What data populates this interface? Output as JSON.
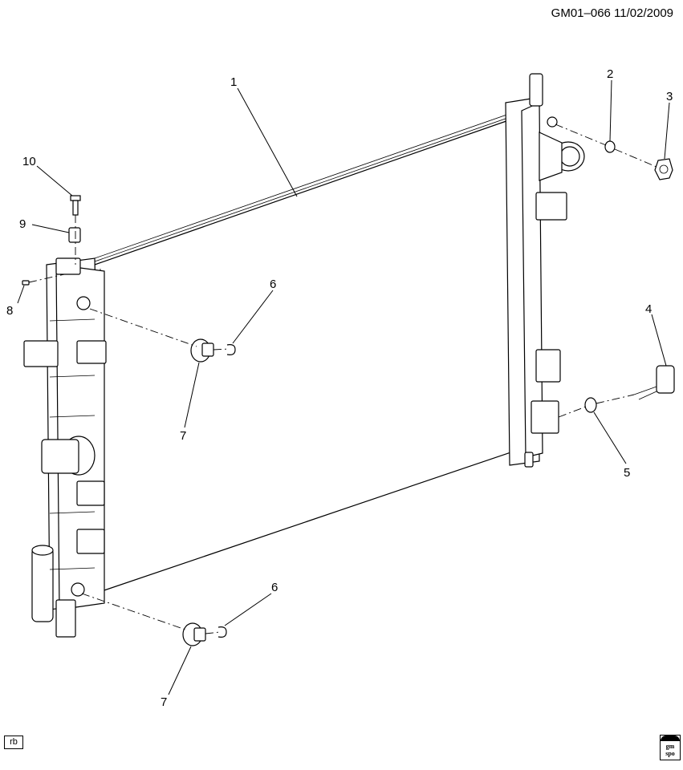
{
  "header": {
    "diagram_code": "GM01–066  11/02/2009"
  },
  "footer": {
    "badge_text": "rb",
    "logo_text": [
      "gm",
      "spo"
    ]
  },
  "callouts": [
    "1",
    "2",
    "3",
    "4",
    "5",
    "6",
    "6",
    "7",
    "7",
    "8",
    "9",
    "10"
  ]
}
